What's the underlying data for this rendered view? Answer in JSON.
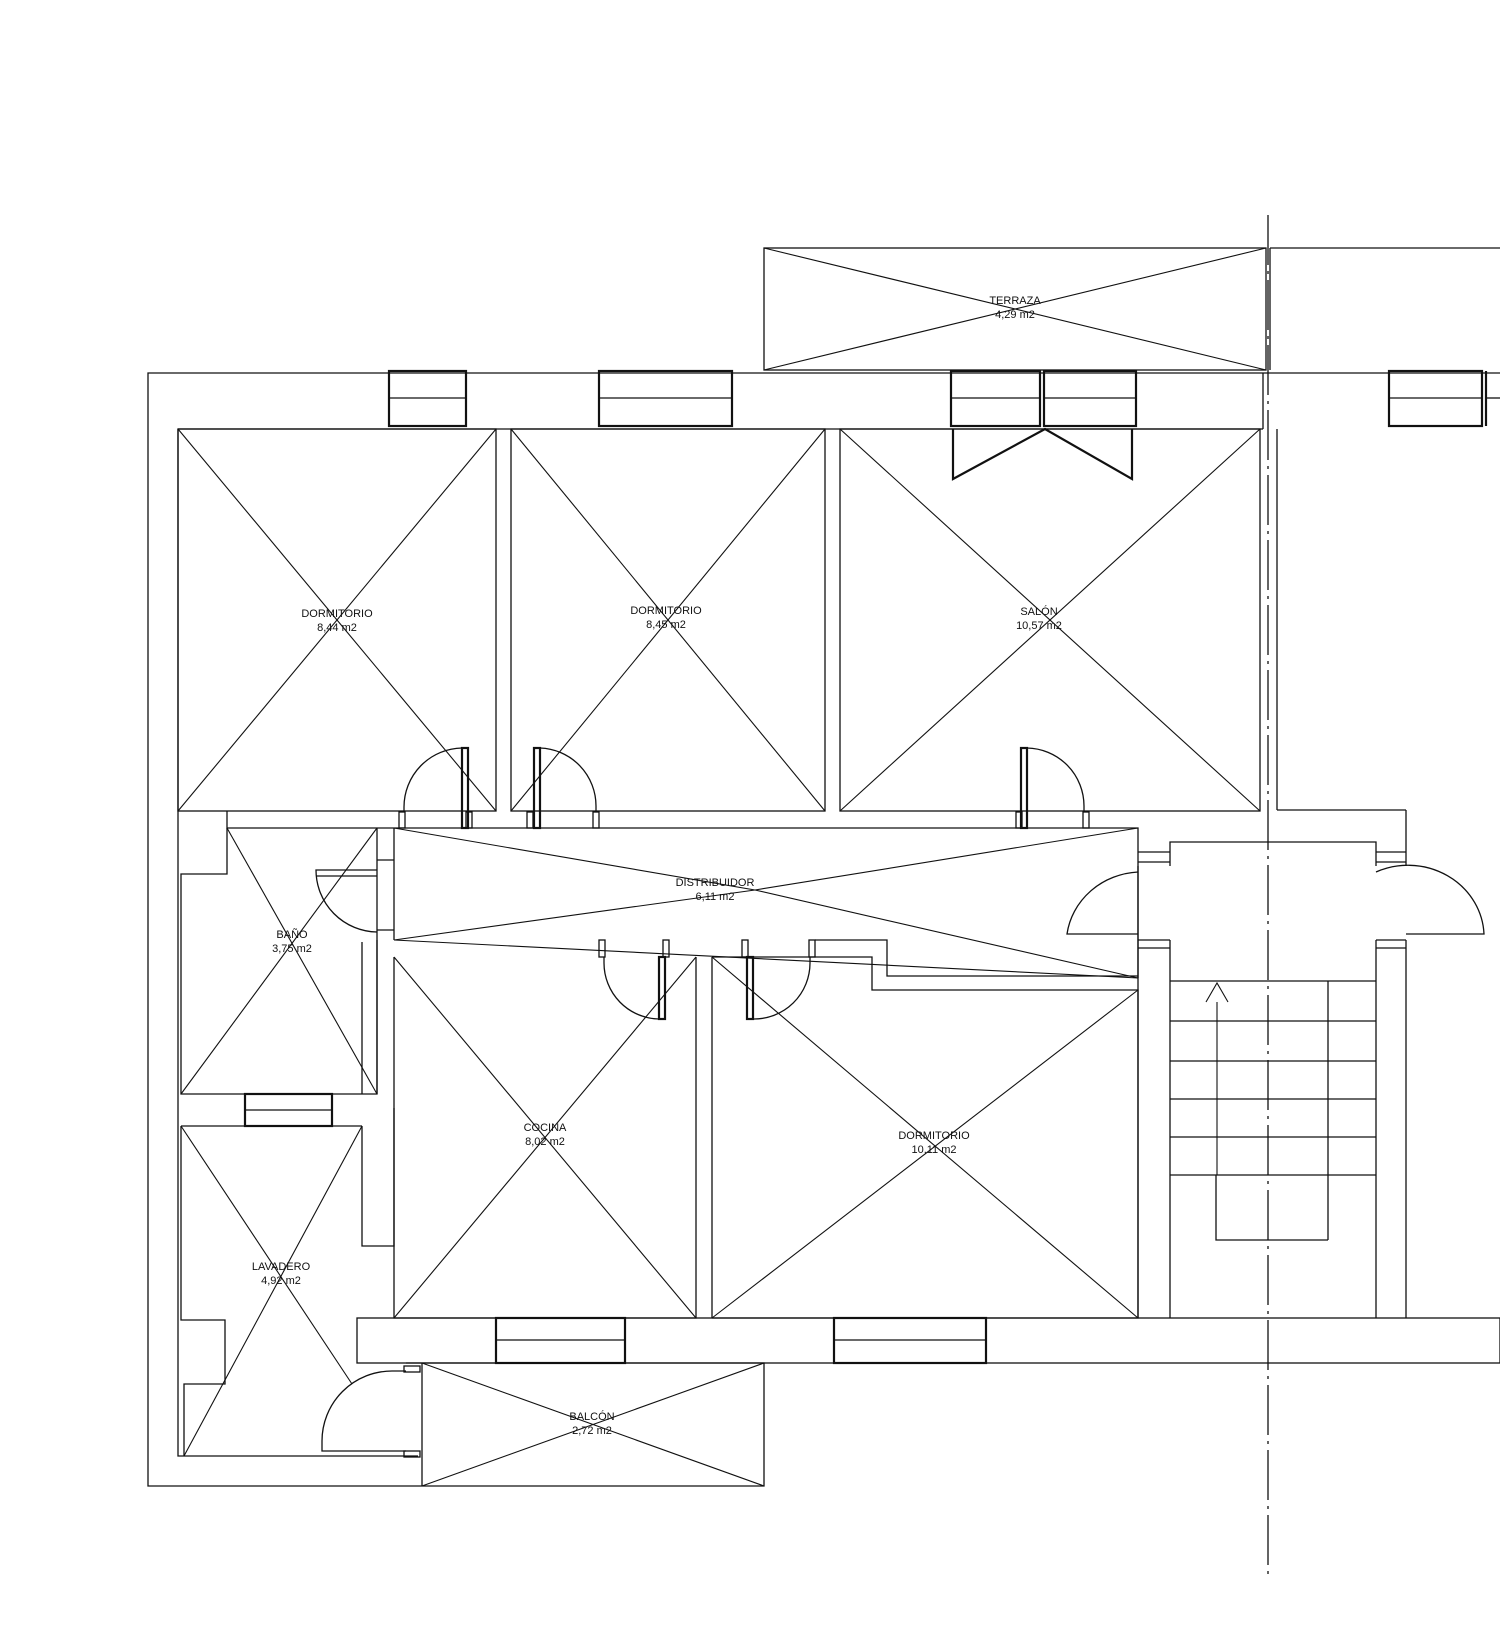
{
  "rooms": [
    {
      "id": "terraza",
      "name": "TERRAZA",
      "area": "4,29 m2"
    },
    {
      "id": "dormitorio-1",
      "name": "DORMITORIO",
      "area": "8,44 m2"
    },
    {
      "id": "dormitorio-2",
      "name": "DORMITORIO",
      "area": "8,45 m2"
    },
    {
      "id": "salon",
      "name": "SALÓN",
      "area": "10,57 m2"
    },
    {
      "id": "distribuidor",
      "name": "DISTRIBUIDOR",
      "area": "6,11 m2"
    },
    {
      "id": "bano",
      "name": "BAÑO",
      "area": "3,75 m2"
    },
    {
      "id": "cocina",
      "name": "COCINA",
      "area": "8,02 m2"
    },
    {
      "id": "dormitorio-3",
      "name": "DORMITORIO",
      "area": "10,11 m2"
    },
    {
      "id": "lavadero",
      "name": "LAVADERO",
      "area": "4,92 m2"
    },
    {
      "id": "balcon",
      "name": "BALCÓN",
      "area": "2,72 m2"
    }
  ]
}
